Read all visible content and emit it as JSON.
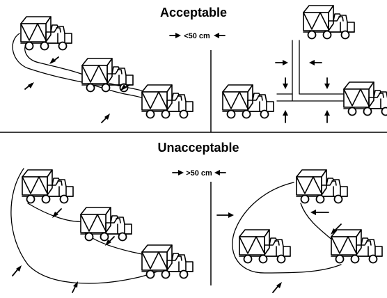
{
  "title_top": "Acceptable",
  "title_bottom": "Unacceptable",
  "spacing_top": "<50 cm",
  "spacing_bottom": ">50 cm"
}
